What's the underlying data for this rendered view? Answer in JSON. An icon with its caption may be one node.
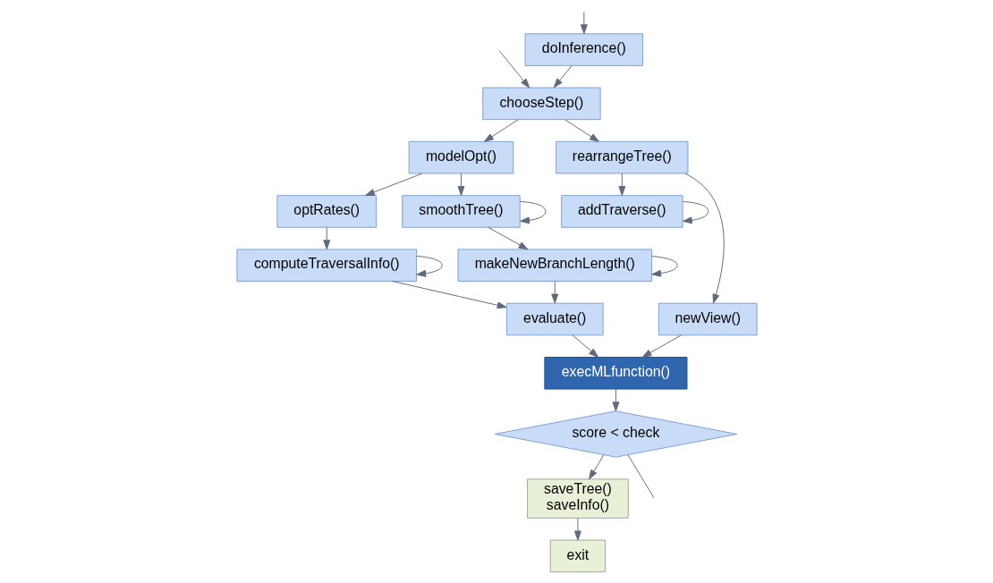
{
  "diagram": {
    "nodes": [
      {
        "text": [
          "doInference()"
        ]
      },
      {
        "text": [
          "chooseStep()"
        ]
      },
      {
        "text": [
          "modelOpt()"
        ]
      },
      {
        "text": [
          "rearrangeTree()"
        ]
      },
      {
        "text": [
          "optRates()"
        ]
      },
      {
        "text": [
          "smoothTree()"
        ]
      },
      {
        "text": [
          "addTraverse()"
        ]
      },
      {
        "text": [
          "newView()"
        ]
      },
      {
        "text": [
          "computeTraversalInfo()"
        ]
      },
      {
        "text": [
          "makeNewBranchLength()"
        ]
      },
      {
        "text": [
          "evaluate()"
        ]
      },
      {
        "text": [
          "execMLfunction()"
        ]
      },
      {
        "text": [
          "score < check"
        ]
      },
      {
        "text": [
          "saveTree()",
          "saveInfo()"
        ]
      },
      {
        "text": [
          "exit"
        ]
      }
    ],
    "edges": [
      {
        "from": null,
        "to": 0,
        "arrow": "to"
      },
      {
        "from": 0,
        "to": 1,
        "arrow": "to"
      },
      {
        "from": 1,
        "to": 2,
        "arrow": "to"
      },
      {
        "from": 1,
        "to": 3,
        "arrow": "to"
      },
      {
        "from": 2,
        "to": 4,
        "arrow": "to"
      },
      {
        "from": 2,
        "to": 5,
        "arrow": "to"
      },
      {
        "from": 5,
        "to": 5,
        "arrow": "to"
      },
      {
        "from": 3,
        "to": 6,
        "arrow": "to"
      },
      {
        "from": 3,
        "to": 7,
        "arrow": "to"
      },
      {
        "from": 6,
        "to": 6,
        "arrow": "to"
      },
      {
        "from": 4,
        "to": 8,
        "arrow": "to"
      },
      {
        "from": 5,
        "to": 9,
        "arrow": "to"
      },
      {
        "from": 8,
        "to": 8,
        "arrow": "to"
      },
      {
        "from": 9,
        "to": 9,
        "arrow": "to"
      },
      {
        "from": 8,
        "to": 10,
        "arrow": "to"
      },
      {
        "from": 9,
        "to": 10,
        "arrow": "to"
      },
      {
        "from": 7,
        "to": 11,
        "arrow": "to"
      },
      {
        "from": 10,
        "to": 11,
        "arrow": "to"
      },
      {
        "from": 11,
        "to": 12,
        "arrow": "to"
      },
      {
        "from": 12,
        "to": 13,
        "arrow": "to"
      },
      {
        "from": 13,
        "to": 14,
        "arrow": "to"
      },
      {
        "from": 12,
        "to": null,
        "arrow": "none"
      },
      {
        "from": null,
        "to": 1,
        "arrow": "to"
      }
    ]
  }
}
